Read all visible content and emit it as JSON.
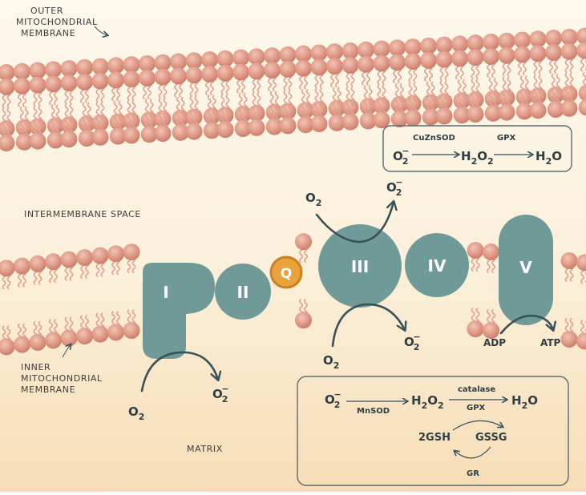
{
  "labels": {
    "outer_membrane": [
      "OUTER",
      "MITOCHONDRIAL",
      "MEMBRANE"
    ],
    "intermembrane_space": "INTERMEMBRANE SPACE",
    "inner_membrane": [
      "INNER",
      "MITOCHONDRIAL",
      "MEMBRANE"
    ],
    "matrix": "MATRIX"
  },
  "complexes": {
    "I": "I",
    "II": "II",
    "Q": "Q",
    "III": "III",
    "IV": "IV",
    "V": "V"
  },
  "species": {
    "o2": "O",
    "o2_sub": "2",
    "superoxide": "O",
    "superoxide_sub": "2",
    "superoxide_sup": "−",
    "h2o2_h": "H",
    "h2o2_o": "O",
    "sub2": "2",
    "h2o_h": "H",
    "h2o_o": "O",
    "adp": "ADP",
    "atp": "ATP",
    "gsh": "2GSH",
    "gssg": "GSSG"
  },
  "enzymes": {
    "cuznsod": "CuZnSOD",
    "gpx": "GPX",
    "mnsod": "MnSOD",
    "catalase": "catalase",
    "gr": "GR"
  },
  "colors": {
    "lipid_head": "#e3a08e",
    "lipid_tail": "#e3a08e",
    "complex": "#6f9a98",
    "ubiquinone": "#e9a33e",
    "arrow": "#38525c",
    "box_border": "#5a6a70"
  }
}
